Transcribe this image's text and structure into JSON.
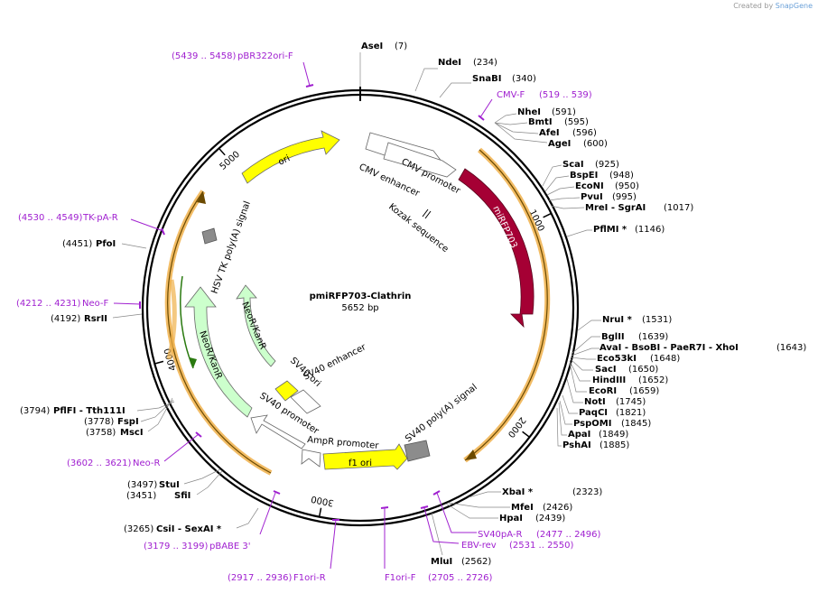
{
  "brand": {
    "prefix": "Created by",
    "name": "SnapGene"
  },
  "plasmid": {
    "name": "pmiRFP703-Clathrin",
    "length": "5652 bp"
  },
  "ticks": [
    "1000",
    "2000",
    "3000",
    "4000",
    "5000"
  ],
  "features": [
    {
      "id": "cmv-enhancer",
      "label": "CMV enhancer",
      "color": "#ffffff"
    },
    {
      "id": "cmv-promoter",
      "label": "CMV promoter",
      "color": "#ffffff"
    },
    {
      "id": "kozak",
      "label": "Kozak sequence",
      "color": "#000000"
    },
    {
      "id": "mirfp703",
      "label": "miRFP703",
      "color": "#a50034"
    },
    {
      "id": "sv40-polya",
      "label": "SV40 poly(A) signal",
      "color": "#8c8c8c"
    },
    {
      "id": "f1-ori",
      "label": "f1 ori",
      "color": "#ffff00"
    },
    {
      "id": "ampr-promoter",
      "label": "AmpR promoter",
      "color": "#ffffff"
    },
    {
      "id": "sv40-promoter",
      "label": "SV40 promoter",
      "color": "#ffffff"
    },
    {
      "id": "sv40-ori",
      "label": "SV40 ori",
      "color": "#ffff00"
    },
    {
      "id": "sv40-enhancer",
      "label": "SV40 enhancer",
      "color": "#ffffff"
    },
    {
      "id": "neor-kanr-inner",
      "label": "NeoR/KanR",
      "color": "#ccffcc"
    },
    {
      "id": "neor-kanr-outer",
      "label": "NeoR/KanR",
      "color": "#ccffcc"
    },
    {
      "id": "hsv-tk-polya",
      "label": "HSV TK poly(A) signal",
      "color": "#8c8c8c"
    },
    {
      "id": "ori",
      "label": "ori",
      "color": "#ffff00"
    }
  ],
  "sites": [
    {
      "name": "AseI",
      "pos": "(7)"
    },
    {
      "name": "NdeI",
      "pos": "(234)"
    },
    {
      "name": "SnaBI",
      "pos": "(340)"
    },
    {
      "name": "NheI",
      "pos": "(591)"
    },
    {
      "name": "BmtI",
      "pos": "(595)"
    },
    {
      "name": "AfeI",
      "pos": "(596)"
    },
    {
      "name": "AgeI",
      "pos": "(600)"
    },
    {
      "name": "ScaI",
      "pos": "(925)"
    },
    {
      "name": "BspEI",
      "pos": "(948)"
    },
    {
      "name": "EcoNI",
      "pos": "(950)"
    },
    {
      "name": "PvuI",
      "pos": "(995)"
    },
    {
      "name": "MreI - SgrAI",
      "pos": "(1017)"
    },
    {
      "name": "PflMI *",
      "pos": "(1146)"
    },
    {
      "name": "NruI *",
      "pos": "(1531)"
    },
    {
      "name": "BglII",
      "pos": "(1639)"
    },
    {
      "name": "AvaI - BsoBI - PaeR7I - XhoI",
      "pos": "(1643)"
    },
    {
      "name": "Eco53kI",
      "pos": "(1648)"
    },
    {
      "name": "SacI",
      "pos": "(1650)"
    },
    {
      "name": "HindIII",
      "pos": "(1652)"
    },
    {
      "name": "EcoRI",
      "pos": "(1659)"
    },
    {
      "name": "NotI",
      "pos": "(1745)"
    },
    {
      "name": "PaqCI",
      "pos": "(1821)"
    },
    {
      "name": "PspOMI",
      "pos": "(1845)"
    },
    {
      "name": "ApaI",
      "pos": "(1849)"
    },
    {
      "name": "PshAI",
      "pos": "(1885)"
    },
    {
      "name": "XbaI *",
      "pos": "(2323)"
    },
    {
      "name": "MfeI",
      "pos": "(2426)"
    },
    {
      "name": "HpaI",
      "pos": "(2439)"
    },
    {
      "name": "MluI",
      "pos": "(2562)"
    },
    {
      "name": "CsiI - SexAI *",
      "pos": "(3265)"
    },
    {
      "name": "SfiI",
      "pos": "(3451)"
    },
    {
      "name": "StuI",
      "pos": "(3497)"
    },
    {
      "name": "MscI",
      "pos": "(3758)"
    },
    {
      "name": "FspI",
      "pos": "(3778)"
    },
    {
      "name": "PflFI - Tth111I",
      "pos": "(3794)"
    },
    {
      "name": "RsrII",
      "pos": "(4192)"
    },
    {
      "name": "PfoI",
      "pos": "(4451)"
    }
  ],
  "primers": [
    {
      "name": "pBR322ori-F",
      "pos": "(5439 .. 5458)"
    },
    {
      "name": "CMV-F",
      "pos": "(519 .. 539)"
    },
    {
      "name": "TK-pA-R",
      "pos": "(4530 .. 4549)"
    },
    {
      "name": "Neo-F",
      "pos": "(4212 .. 4231)"
    },
    {
      "name": "Neo-R",
      "pos": "(3602 .. 3621)"
    },
    {
      "name": "pBABE 3'",
      "pos": "(3179 .. 3199)"
    },
    {
      "name": "F1ori-R",
      "pos": "(2917 .. 2936)"
    },
    {
      "name": "F1ori-F",
      "pos": "(2705 .. 2726)"
    },
    {
      "name": "EBV-rev",
      "pos": "(2531 .. 2550)"
    },
    {
      "name": "SV40pA-R",
      "pos": "(2477 .. 2496)"
    }
  ]
}
